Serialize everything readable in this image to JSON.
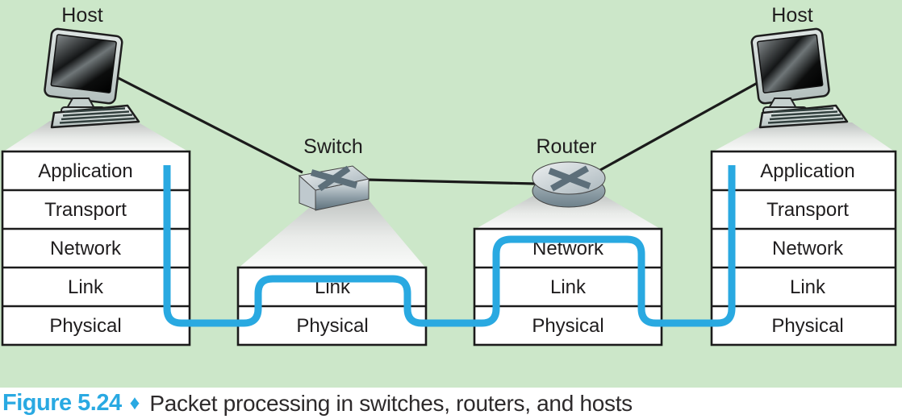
{
  "scene": {
    "background_color": "#cce7c9",
    "packet_path_color": "#29a9e1",
    "box_border_color": "#1b1b1b"
  },
  "devices": {
    "host_left": {
      "label": "Host"
    },
    "switch": {
      "label": "Switch"
    },
    "router": {
      "label": "Router"
    },
    "host_right": {
      "label": "Host"
    }
  },
  "stacks": {
    "host_left": {
      "layers": [
        "Application",
        "Transport",
        "Network",
        "Link",
        "Physical"
      ]
    },
    "switch": {
      "layers": [
        "Link",
        "Physical"
      ]
    },
    "router": {
      "layers": [
        "Network",
        "Link",
        "Physical"
      ]
    },
    "host_right": {
      "layers": [
        "Application",
        "Transport",
        "Network",
        "Link",
        "Physical"
      ]
    }
  },
  "caption": {
    "figure_label": "Figure 5.24",
    "separator": "♦",
    "text": "Packet processing in switches, routers, and hosts",
    "label_color": "#29a9e2",
    "text_color": "#2d2a2b"
  }
}
